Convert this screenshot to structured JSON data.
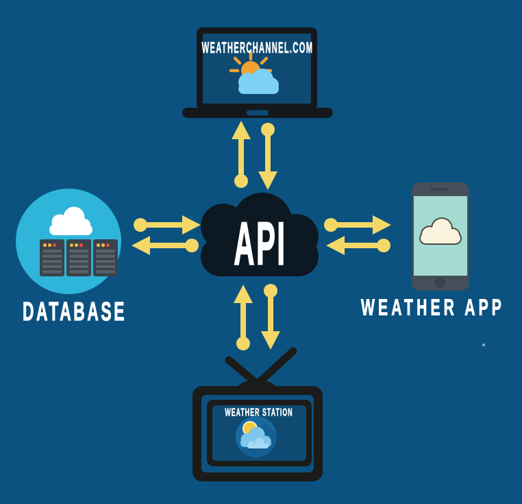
{
  "diagram": {
    "hub": {
      "label": "API",
      "icon": "api-cloud-icon"
    },
    "nodes": {
      "website": {
        "label": "WEATHERCHANNEL.COM",
        "icon": "laptop-icon"
      },
      "database": {
        "label": "DATABASE",
        "icon": "database-servers-icon"
      },
      "app": {
        "label": "WEATHER APP",
        "icon": "smartphone-icon"
      },
      "station": {
        "label": "WEATHER STATION",
        "icon": "tv-icon"
      }
    },
    "connections": [
      {
        "between": [
          "API",
          "WEATHERCHANNEL.COM"
        ],
        "direction": "bidirectional"
      },
      {
        "between": [
          "API",
          "DATABASE"
        ],
        "direction": "bidirectional"
      },
      {
        "between": [
          "API",
          "WEATHER APP"
        ],
        "direction": "bidirectional"
      },
      {
        "between": [
          "API",
          "WEATHER STATION"
        ],
        "direction": "bidirectional"
      }
    ],
    "icons": [
      "laptop-icon",
      "sun-icon",
      "cloud-icon",
      "api-cloud-icon",
      "database-servers-icon",
      "server-rack-icon",
      "smartphone-icon",
      "tv-icon",
      "tv-antenna-icon",
      "weather-badge-icon",
      "up-arrow-icon",
      "down-arrow-icon",
      "left-arrow-icon",
      "right-arrow-icon"
    ]
  },
  "colors": {
    "background": "#0B5280",
    "arrow_yellow": "#F3D868",
    "api_cloud_black": "#0C1822",
    "device_black": "#14181C",
    "tv_black": "#1B1B19",
    "screen_blue": "#0E4A72",
    "database_cyan": "#2EB5D9",
    "server_gray": "#3A434B",
    "server_stripe": "#59616B",
    "server_dot_orange": "#F2B33C",
    "server_dot_red": "#E64A3E",
    "sun_orange": "#F0A232",
    "cloud_blue": "#7ED0F5",
    "white_cloud": "#FFFFFF",
    "phone_body": "#454F59",
    "phone_detail": "#39424C",
    "phone_screen": "#A3DBD3",
    "phone_cloud_cream": "#FAF4DF",
    "phone_cloud_outline": "#4E4A42",
    "badge_blue": "#1A6AA2",
    "badge_shadow": "#0F5688",
    "badge_sun_yellow": "#F3CB3F",
    "badge_sun_ring": "#FBEFC0",
    "badge_cloud_blue": "#7FC6EC",
    "badge_cloud_light": "#A6D9F3",
    "text": "#FFFFFF"
  }
}
